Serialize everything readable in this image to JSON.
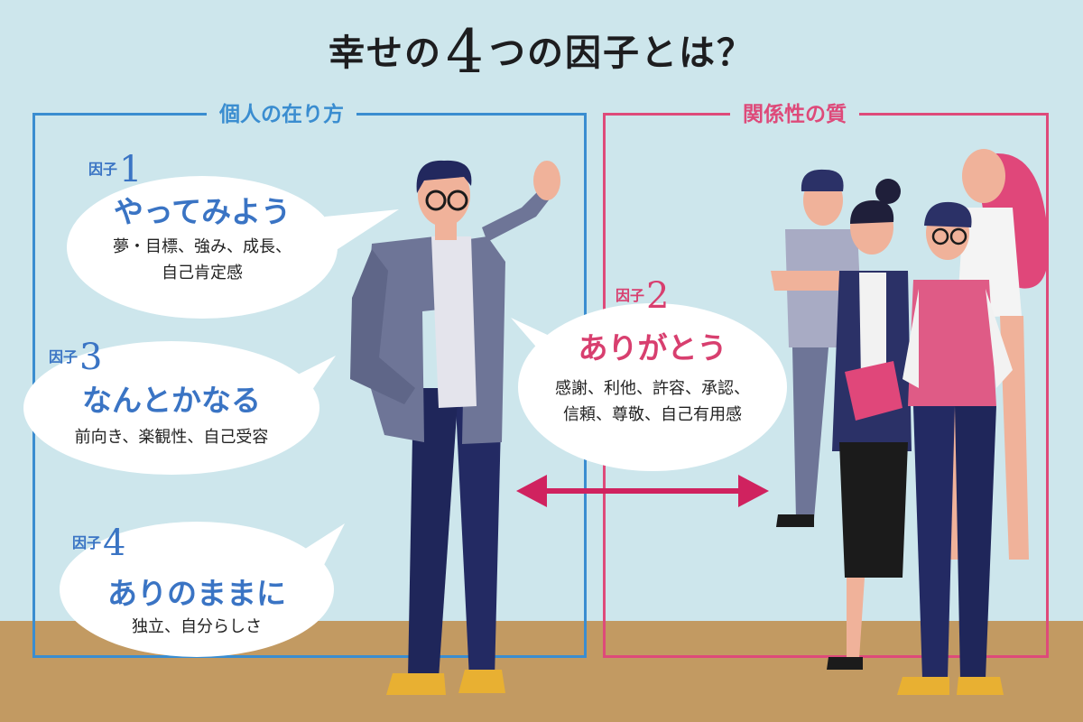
{
  "title": {
    "prefix": "幸せの",
    "number": "4",
    "suffix": "つの因子とは？"
  },
  "groups": {
    "individual": {
      "label": "個人の在り方"
    },
    "relationship": {
      "label": "関係性の質"
    }
  },
  "factors": [
    {
      "tag": "因子",
      "number": "1",
      "heading": "やってみよう",
      "line1": "夢・目標、強み、成長、",
      "line2": "自己肯定感"
    },
    {
      "tag": "因子",
      "number": "2",
      "heading": "ありがとう",
      "line1": "感謝、利他、許容、承認、",
      "line2": "信頼、尊敬、自己有用感"
    },
    {
      "tag": "因子",
      "number": "3",
      "heading": "なんとかなる",
      "line1": "前向き、楽観性、自己受容"
    },
    {
      "tag": "因子",
      "number": "4",
      "heading": "ありのままに",
      "line1": "独立、自分らしさ"
    }
  ],
  "colors": {
    "background": "#cde6ec",
    "floor": "#c29a62",
    "individual": "#3a8dd0",
    "relationship": "#de4a7a",
    "arrow": "#d0225f"
  },
  "icons": {
    "connector": "double-headed-arrow"
  }
}
